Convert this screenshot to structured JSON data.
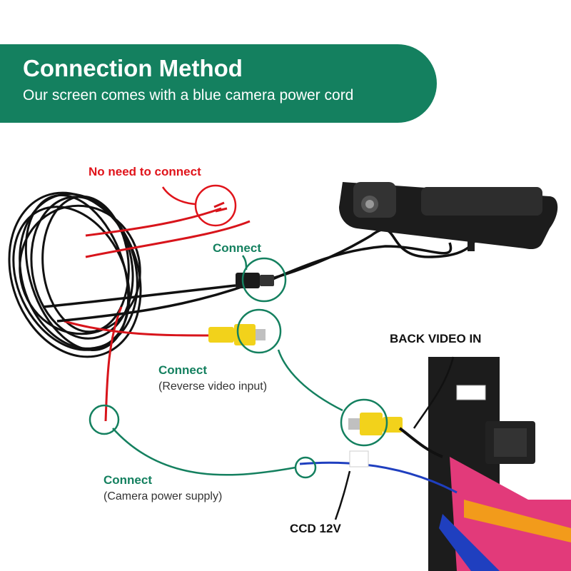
{
  "header": {
    "title": "Connection Method",
    "subtitle": "Our screen comes with a blue camera power cord"
  },
  "labels": {
    "no_need": "No need to connect",
    "connect_top": "Connect",
    "connect_video": "Connect",
    "connect_video_sub": "(Reverse video input)",
    "connect_power": "Connect",
    "connect_power_sub": "(Camera power supply)",
    "back_video_in": "BACK VIDEO IN",
    "ccd_12v": "CCD 12V"
  },
  "colors": {
    "accent_green": "#14805f",
    "warning_red": "#e0141b",
    "rca_yellow": "#f2d21b",
    "wire_blue": "#1f3fbf"
  }
}
